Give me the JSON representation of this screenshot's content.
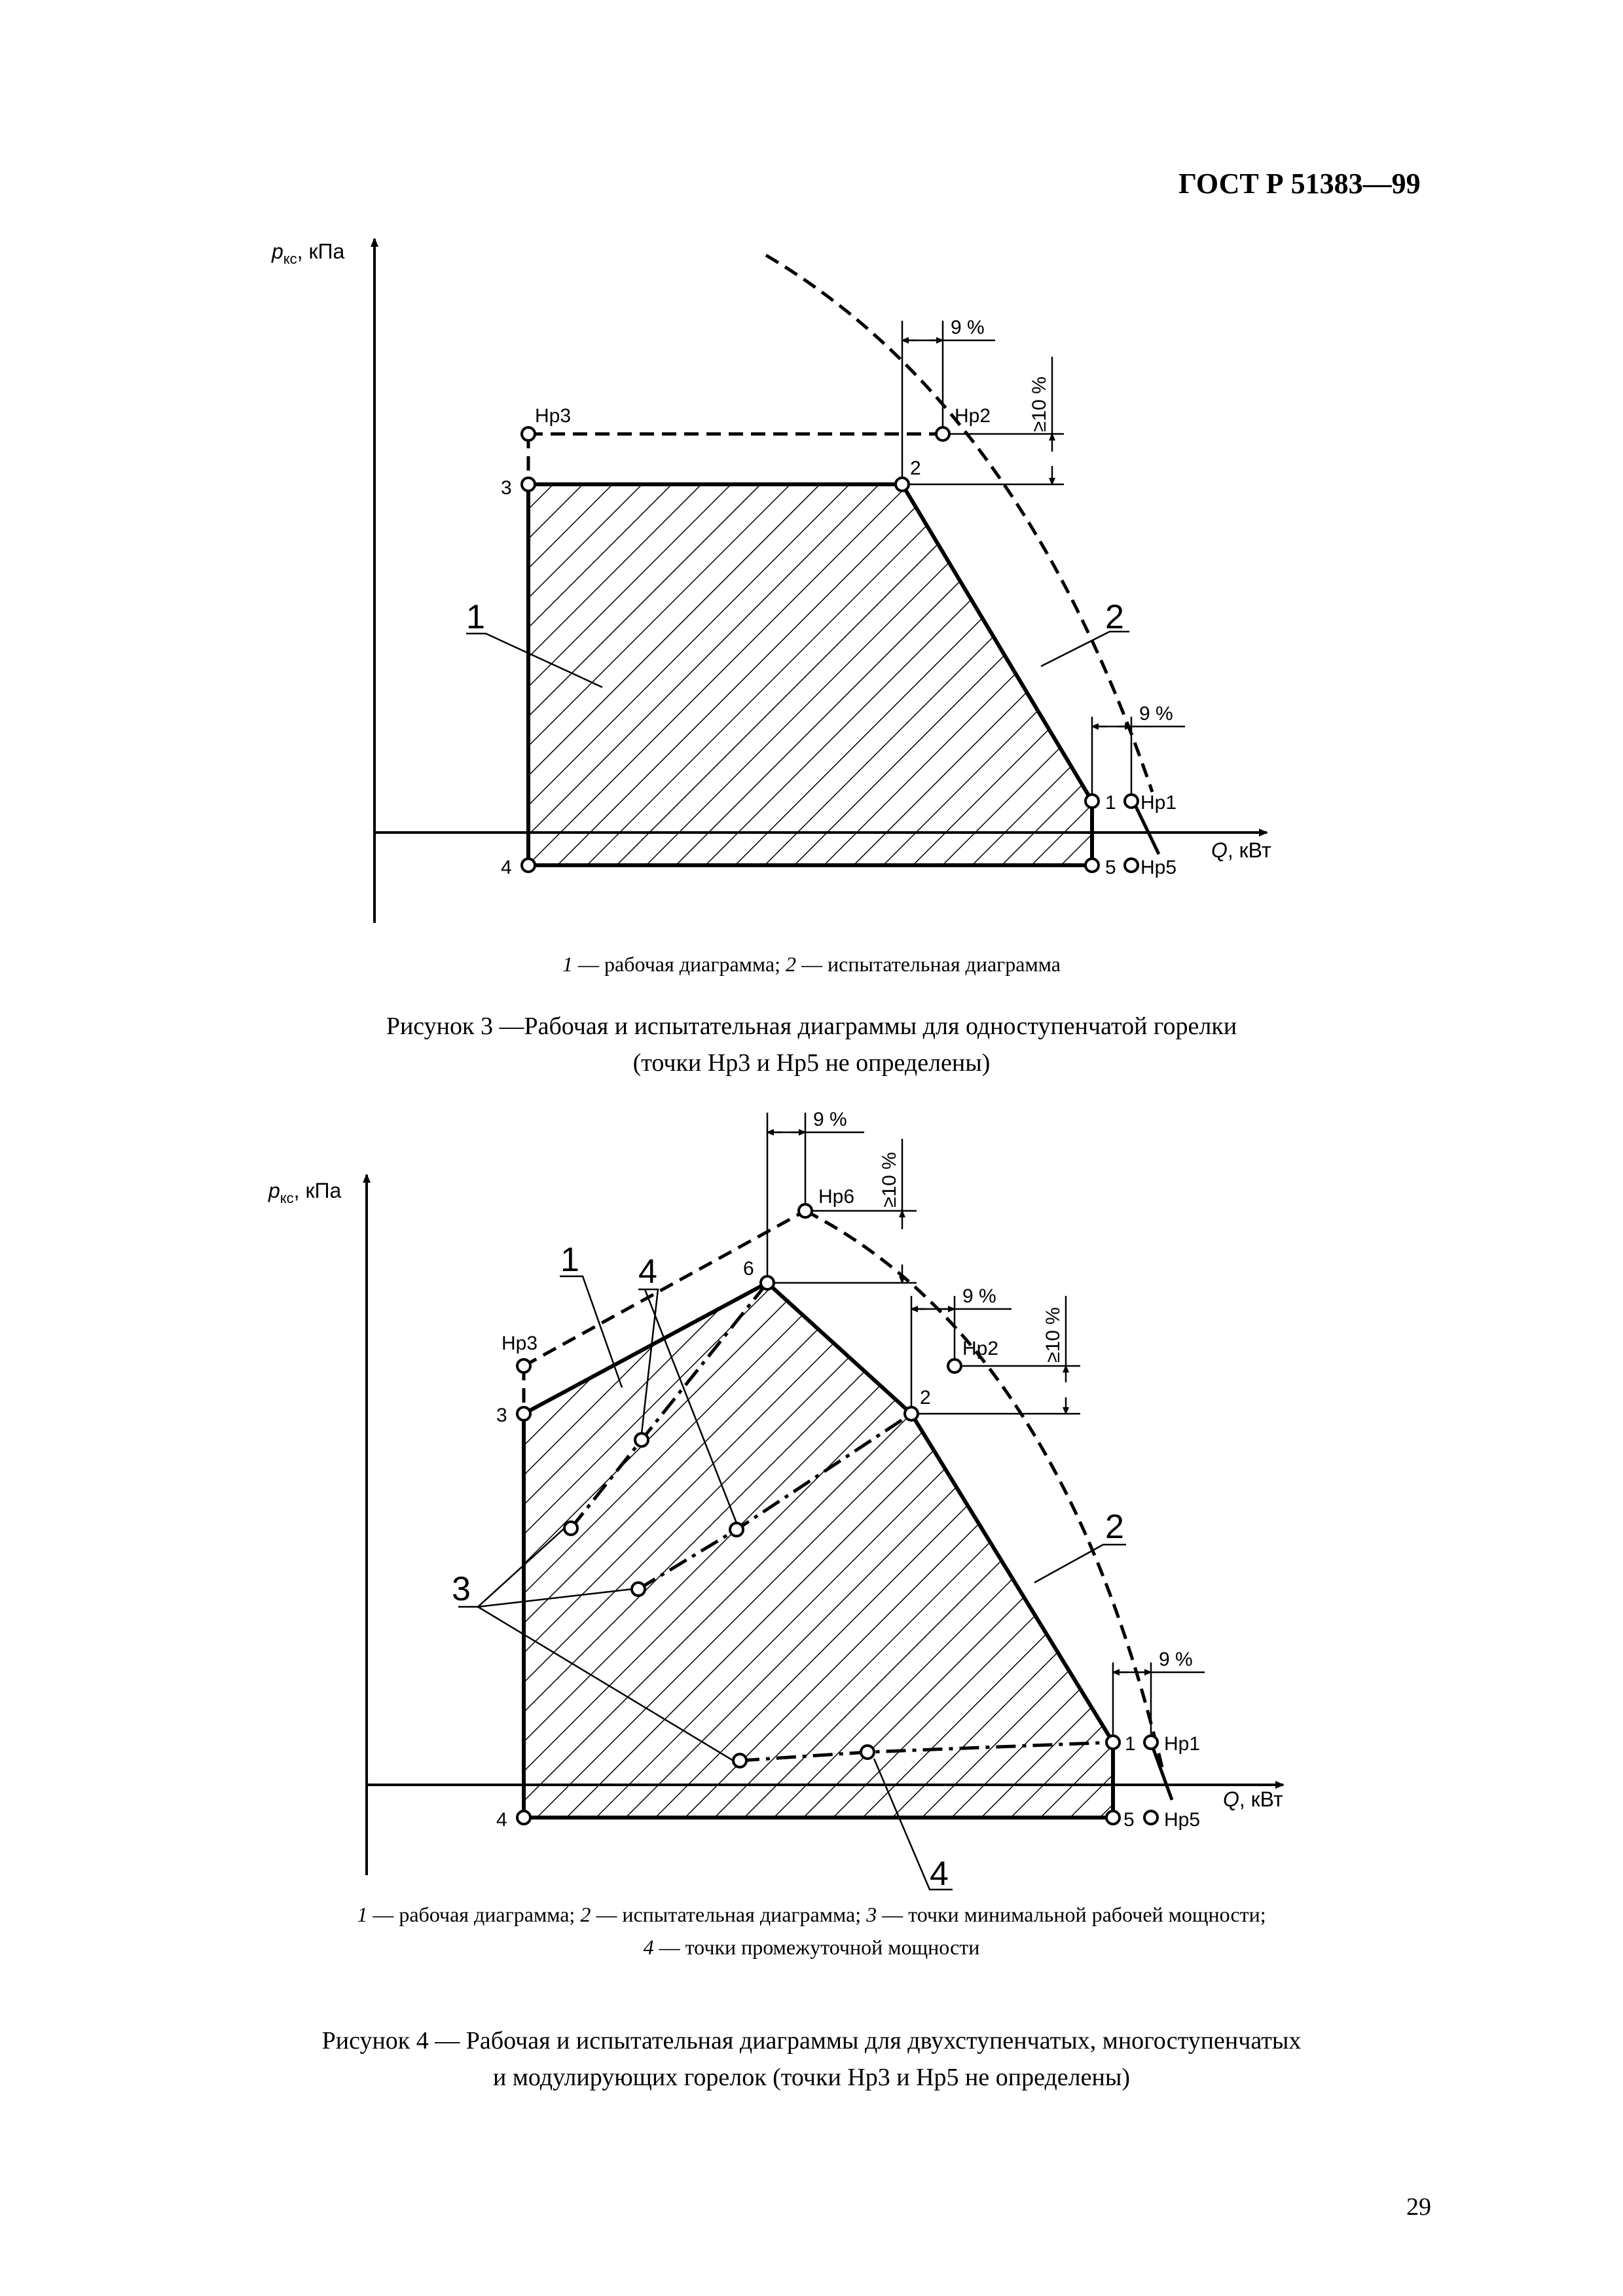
{
  "header": {
    "doc_id": "ГОСТ Р 51383—99"
  },
  "figure3": {
    "y_axis_label": "p",
    "y_axis_sub": "кс",
    "y_axis_unit": ", кПа",
    "x_axis_label": "Q",
    "x_axis_unit": ", кВт",
    "points": {
      "p1": "1",
      "p2": "2",
      "p3": "3",
      "p4": "4",
      "p5": "5",
      "hp1": "Нр1",
      "hp2": "Нр2",
      "hp3": "Нр3",
      "hp5": "Нр5"
    },
    "dim_top": "9 %",
    "dim_right": "9 %",
    "dim_vert": "≥10 %",
    "callout1": "1",
    "callout2": "2",
    "legend_n1": "1",
    "legend_t1": " — рабочая диаграмма; ",
    "legend_n2": "2",
    "legend_t2": " — испытательная диаграмма",
    "title_line1": "Рисунок 3 —Рабочая и испытательная диаграммы для одноступенчатой горелки",
    "title_line2": "(точки Нр3 и Нр5 не определены)"
  },
  "figure4": {
    "y_axis_label": "p",
    "y_axis_sub": "кс",
    "y_axis_unit": ", кПа",
    "x_axis_label": "Q",
    "x_axis_unit": ", кВт",
    "points": {
      "p1": "1",
      "p2": "2",
      "p3": "3",
      "p4": "4",
      "p5": "5",
      "p6": "6",
      "hp1": "Нр1",
      "hp2": "Нр2",
      "hp3": "Нр3",
      "hp5": "Нр5",
      "hp6": "Нр6"
    },
    "dim_top": "9 %",
    "dim_mid": "9 %",
    "dim_right": "9 %",
    "dim_vert_top": "≥10 %",
    "dim_vert_mid": "≥10 %",
    "callout1": "1",
    "callout2": "2",
    "callout3": "3",
    "callout4_top": "4",
    "callout4_bottom": "4",
    "legend_n1": "1",
    "legend_t1": " — рабочая диаграмма; ",
    "legend_n2": "2",
    "legend_t2": " — испытательная диаграмма; ",
    "legend_n3": "3",
    "legend_t3": " — точки минимальной рабочей мощности;",
    "legend_n4": "4",
    "legend_t4": " — точки промежуточной мощности",
    "title_line1": "Рисунок 4 — Рабочая и испытательная диаграммы для двухступенчатых, многоступенчатых",
    "title_line2": "и модулирующих горелок (точки Нр3 и Нр5 не определены)"
  },
  "page_number": "29"
}
